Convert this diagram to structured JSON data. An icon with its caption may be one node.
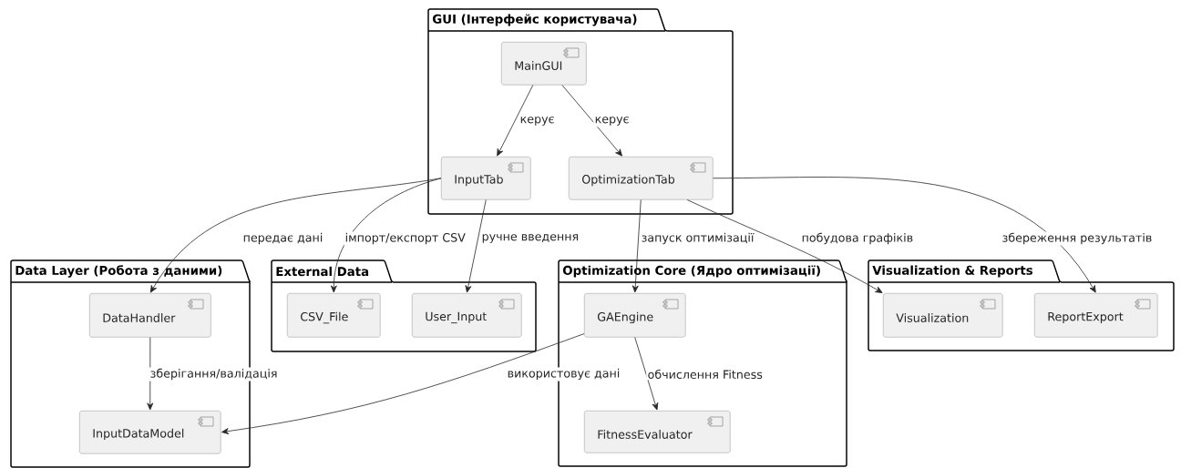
{
  "diagram": {
    "nodes": [
      {
        "text": [
          "GUI (Інтерфейс користувача)"
        ]
      },
      {
        "text": [
          "MainGUI"
        ],
        "in": 0
      },
      {
        "text": [
          "InputTab"
        ],
        "in": 0
      },
      {
        "text": [
          "OptimizationTab"
        ],
        "in": 0
      },
      {
        "text": [
          "Data Layer (Робота з даними)"
        ]
      },
      {
        "text": [
          "DataHandler"
        ],
        "in": 4
      },
      {
        "text": [
          "InputDataModel"
        ],
        "in": 4
      },
      {
        "text": [
          "External Data"
        ]
      },
      {
        "text": [
          "CSV_File"
        ],
        "in": 7
      },
      {
        "text": [
          "User_Input"
        ],
        "in": 7
      },
      {
        "text": [
          "Optimization Core (Ядро оптимізації)"
        ]
      },
      {
        "text": [
          "GAEngine"
        ],
        "in": 10
      },
      {
        "text": [
          "FitnessEvaluator"
        ],
        "in": 10
      },
      {
        "text": [
          "Visualization & Reports"
        ]
      },
      {
        "text": [
          "Visualization"
        ],
        "in": 13
      },
      {
        "text": [
          "ReportExport"
        ],
        "in": 13
      }
    ],
    "edges": [
      {
        "from": 1,
        "to": 2,
        "arrow": "to",
        "label": "керує"
      },
      {
        "from": 1,
        "to": 3,
        "arrow": "to",
        "label": "керує"
      },
      {
        "from": 2,
        "to": 5,
        "arrow": "to",
        "label": "передає дані"
      },
      {
        "from": 2,
        "to": 8,
        "arrow": "to",
        "label": "імпорт/експорт CSV"
      },
      {
        "from": 2,
        "to": 9,
        "arrow": "to",
        "label": "ручне введення"
      },
      {
        "from": 3,
        "to": 11,
        "arrow": "to",
        "label": "запуск оптимізації"
      },
      {
        "from": 3,
        "to": 14,
        "arrow": "to",
        "label": "побудова графіків"
      },
      {
        "from": 3,
        "to": 15,
        "arrow": "to",
        "label": "збереження результатів"
      },
      {
        "from": 5,
        "to": 6,
        "arrow": "to",
        "label": "зберігання/валідація"
      },
      {
        "from": 11,
        "to": 6,
        "arrow": "to",
        "label": "використовує дані"
      },
      {
        "from": 11,
        "to": 12,
        "arrow": "to",
        "label": "обчислення Fitness"
      }
    ]
  }
}
